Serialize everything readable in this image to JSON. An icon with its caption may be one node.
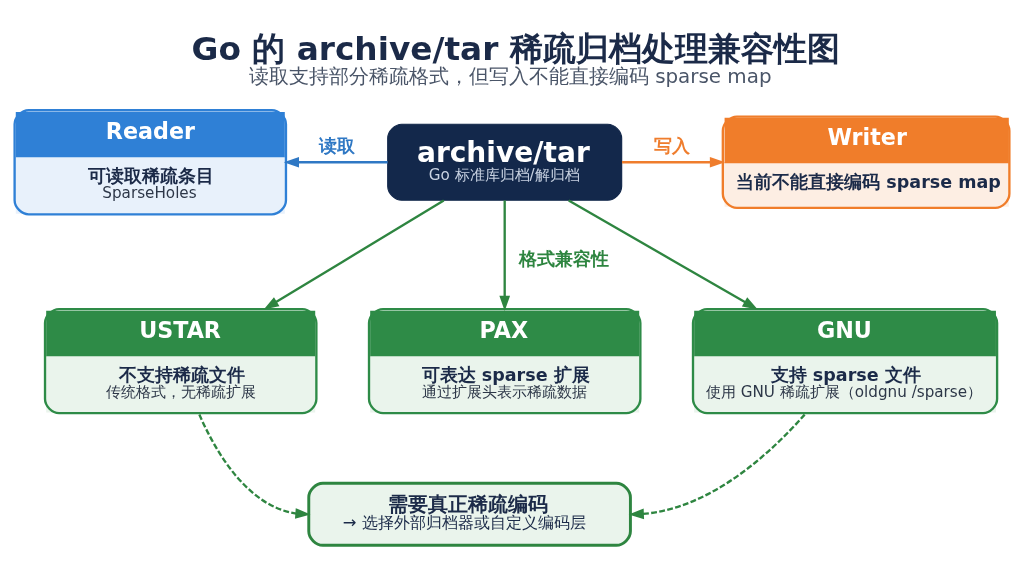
{
  "diagram": {
    "title": "Go 的 archive/tar 稀疏归档处理兼容性图",
    "caption": "读取支持部分稀疏格式，但写入不能直接编码 sparse map",
    "nodes": [
      {
        "text": [
          "Reader",
          "可读取稀疏条目",
          "SparseHoles"
        ]
      },
      {
        "text": [
          "archive/tar",
          "Go 标准库归档/解归档"
        ]
      },
      {
        "text": [
          "Writer",
          "当前不能直接编码 sparse map"
        ]
      },
      {
        "text": [
          "USTAR",
          "不支持稀疏文件",
          "传统格式，无稀疏扩展"
        ]
      },
      {
        "text": [
          "PAX",
          "可表达 sparse 扩展",
          "通过扩展头表示稀疏数据"
        ]
      },
      {
        "text": [
          "GNU",
          "支持 sparse 文件",
          "使用 GNU 稀疏扩展（oldgnu /sparse）"
        ]
      },
      {
        "text": [
          "需要真正稀疏编码",
          "→ 选择外部归档器或自定义编码层"
        ]
      }
    ],
    "edges": [
      {
        "from": 1,
        "to": 0,
        "arrow": "to",
        "label": "读取",
        "color": "#2f78c4"
      },
      {
        "from": 1,
        "to": 2,
        "arrow": "to",
        "label": "写入",
        "color": "#ef7d2d"
      },
      {
        "from": 1,
        "to": 3,
        "arrow": "to"
      },
      {
        "from": 1,
        "to": 4,
        "arrow": "to",
        "label": "格式兼容性"
      },
      {
        "from": 1,
        "to": 5,
        "arrow": "to"
      },
      {
        "from": 3,
        "to": 6,
        "arrow": "to",
        "style": "dashed"
      },
      {
        "from": 5,
        "to": 6,
        "arrow": "to",
        "style": "dashed"
      }
    ]
  }
}
